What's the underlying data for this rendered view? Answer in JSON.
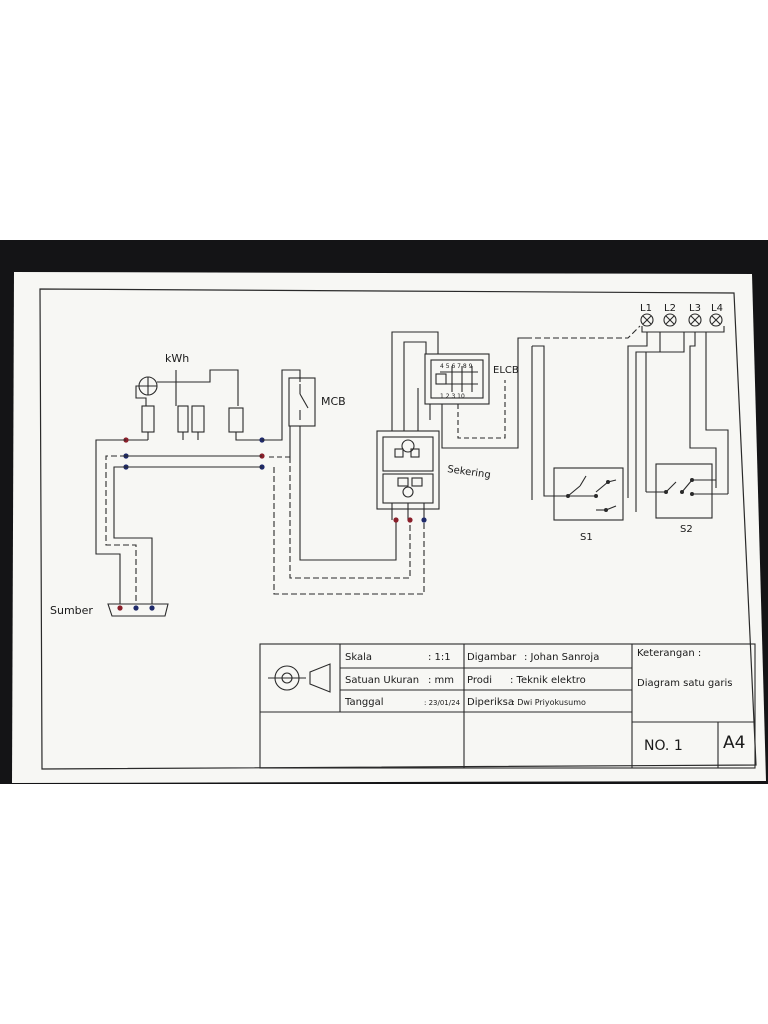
{
  "diagram": {
    "labels": {
      "kwh": "kWh",
      "mcb": "MCB",
      "elcb": "ELCB",
      "sekering": "Sekering",
      "sumber": "Sumber",
      "s1": "S1",
      "s2": "S2",
      "lamps": [
        "L1",
        "L2",
        "L3",
        "L4"
      ]
    },
    "elcb_terminals_top": "4 5 6 7 8 9",
    "elcb_terminals_bottom": "1 2 3 10",
    "title_block": {
      "skala_label": "Skala",
      "skala_value": ": 1:1",
      "satuan_label": "Satuan Ukuran",
      "satuan_value": ": mm",
      "tanggal_label": "Tanggal",
      "tanggal_value": ": 23/01/24",
      "digambar_label": "Digambar",
      "digambar_value": ": Johan Sanroja",
      "prodi_label": "Prodi",
      "prodi_value": ": Teknik elektro",
      "diperiksa_label": "Diperiksa",
      "diperiksa_value": ": Dwi Priyokusumo",
      "keterangan_label": "Keterangan :",
      "keterangan_value": "Diagram satu garis",
      "number": "NO. 1",
      "paper_size": "A4"
    }
  }
}
